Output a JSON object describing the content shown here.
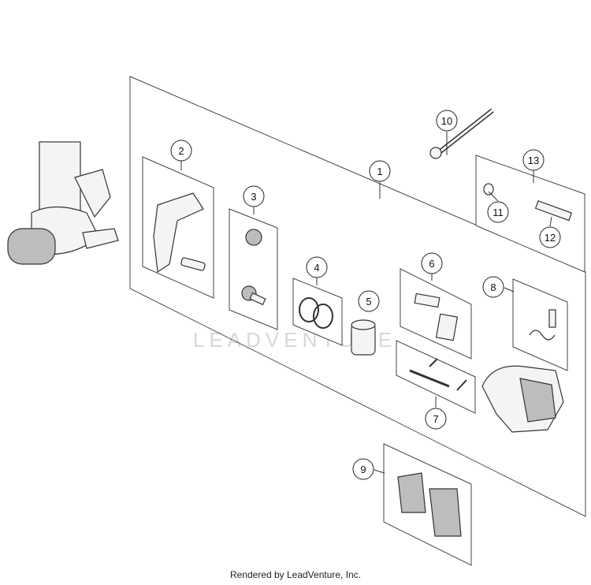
{
  "watermark": "LEADVENTURE",
  "footer": "Rendered by LeadVenture, Inc.",
  "callouts": [
    "1",
    "2",
    "3",
    "4",
    "5",
    "6",
    "7",
    "8",
    "9",
    "10",
    "11",
    "12",
    "13"
  ]
}
